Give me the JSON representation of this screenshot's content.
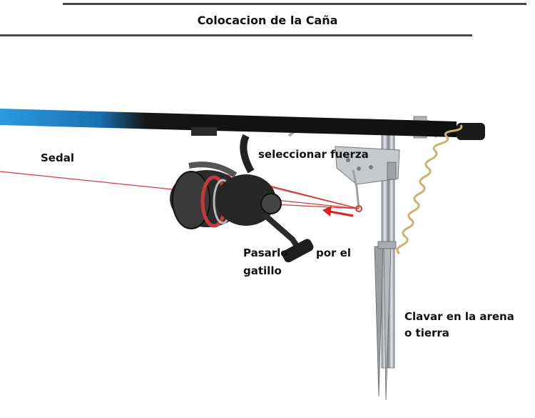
{
  "header": {
    "title": "Colocacion de la Caña"
  },
  "labels": {
    "line": "Sedal",
    "force": "seleccionar fuerza",
    "trigger_a": "Pasarlo",
    "trigger_b": "por el",
    "trigger_c": "gatillo",
    "ground_a": "Clavar en la arena",
    "ground_b": "o tierra"
  },
  "colors": {
    "rod_blue": "#1e88c9",
    "rod_black": "#141414",
    "fishing_line": "#d23a3a",
    "arrow": "#e02020",
    "metal": "#b9bcc0"
  },
  "icons": [
    "fishing-rod-icon",
    "spinning-reel-icon",
    "rod-holder-icon",
    "spring-icon",
    "direction-arrow-icon"
  ]
}
